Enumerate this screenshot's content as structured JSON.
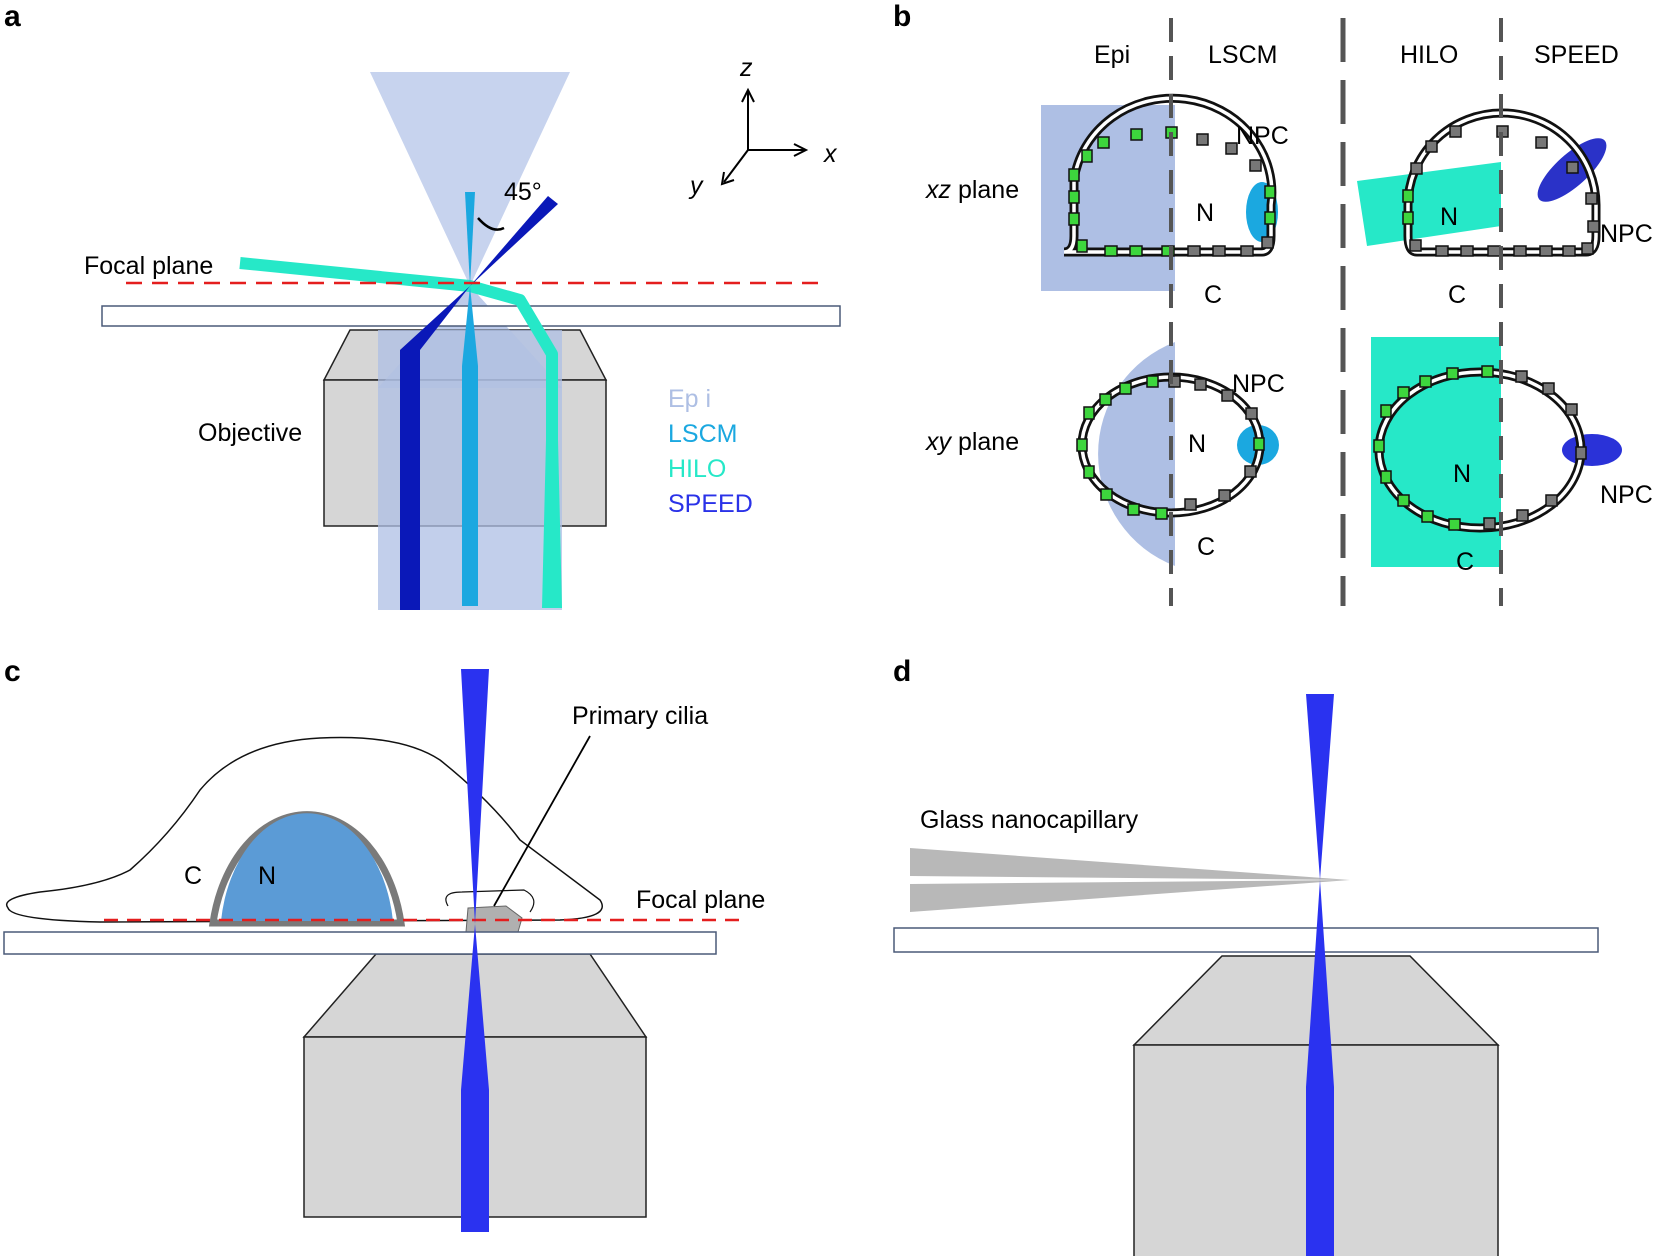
{
  "panel_a": {
    "letter": "a",
    "focal_plane": "Focal plane",
    "objective": "Objective",
    "angle": "45°",
    "axes": {
      "z": "z",
      "x": "x",
      "y": "y"
    },
    "legend": [
      "Ep i",
      "LSCM",
      "HILO",
      "SPEED"
    ],
    "colors": {
      "epi": "#aebfe4",
      "lscm": "#1ba8e0",
      "hilo": "#26e8c8",
      "speed": "#0a18b8",
      "focal": "#e41e1e"
    }
  },
  "panel_b": {
    "letter": "b",
    "columns": [
      "Epi",
      "LSCM",
      "HILO",
      "SPEED"
    ],
    "rows": {
      "xz_italic": "xz",
      "xz_rest": " plane",
      "xy_italic": "xy",
      "xy_rest": " plane"
    },
    "labels": {
      "npc": "NPC",
      "n": "N",
      "c": "C"
    }
  },
  "panel_c": {
    "letter": "c",
    "primary_cilia": "Primary cilia",
    "focal_plane": "Focal plane",
    "c": "C",
    "n": "N"
  },
  "panel_d": {
    "letter": "d",
    "glass": "Glass nanocapillary"
  }
}
